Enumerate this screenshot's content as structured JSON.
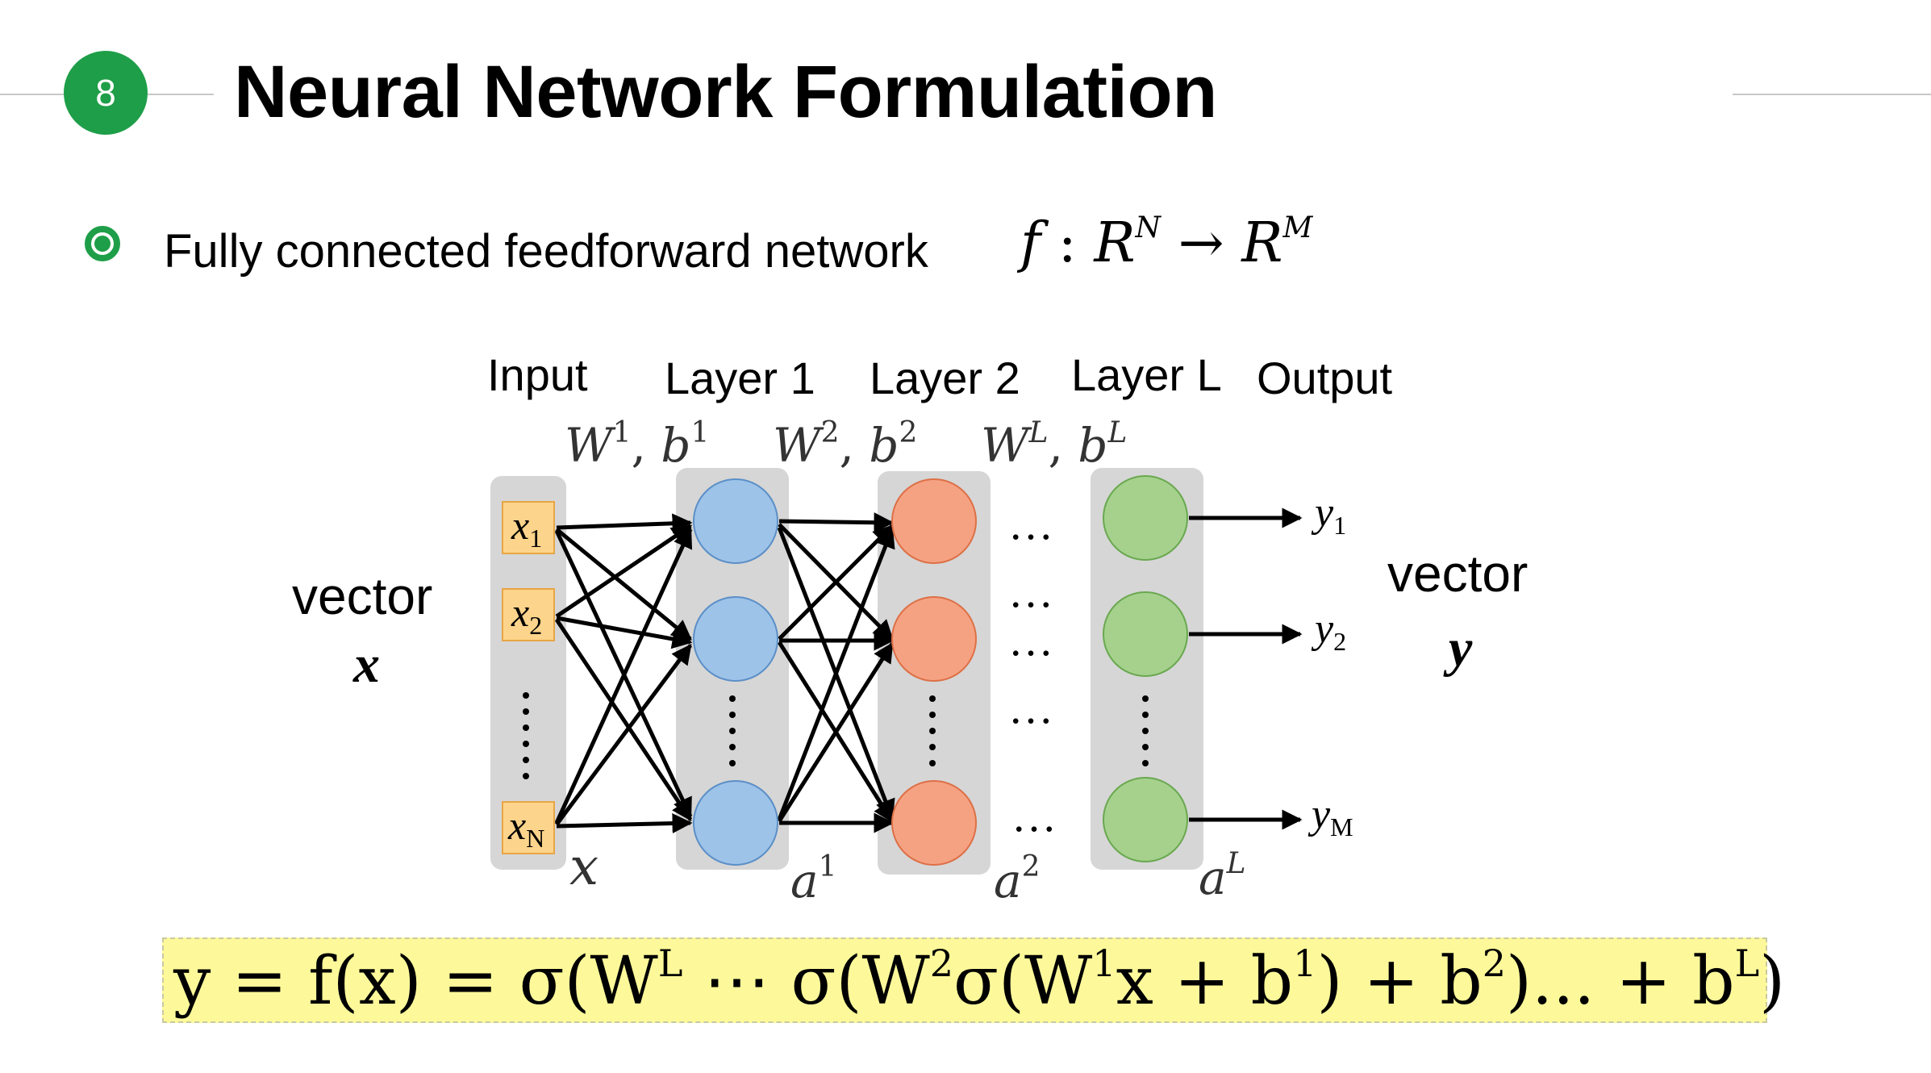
{
  "slide": {
    "number": "8",
    "title": "Neural Network Formulation"
  },
  "bullet": {
    "text": "Fully connected feedforward network",
    "mapping": {
      "f": "f",
      "colon": ":",
      "R": "R",
      "N": "N",
      "arrow": "→",
      "M": "M"
    }
  },
  "layers": {
    "input": "Input",
    "layer1": "Layer 1",
    "layer2": "Layer 2",
    "layerL": "Layer L",
    "output": "Output"
  },
  "params": {
    "w": "W",
    "b": "b",
    "p1": "1",
    "p2": "2",
    "pL": "L"
  },
  "inputs": {
    "x": "x",
    "s1": "1",
    "s2": "2",
    "sN": "N"
  },
  "outputs": {
    "y": "y",
    "s1": "1",
    "s2": "2",
    "sM": "M"
  },
  "activations": {
    "x": "x",
    "a": "a",
    "s1": "1",
    "s2": "2",
    "sL": "L"
  },
  "side_labels": {
    "left_word": "vector",
    "left_var": "x",
    "right_word": "vector",
    "right_var": "y"
  },
  "ellipsis": "…",
  "formula": {
    "p1": "y = f(x) = σ(W",
    "sL": "L",
    "p2": " ⋯ σ(W",
    "s2": "2",
    "p3": "σ(W",
    "s1": "1",
    "p4": "x + b",
    "s1b": "1",
    "p5": ") + b",
    "s2b": "2",
    "p6": ")... + b",
    "sLb": "L",
    "p7": ")"
  },
  "colors": {
    "accent": "#1e9e48",
    "input_node": "#fdd48b",
    "layer1_node": "#9ec3e8",
    "layer2_node": "#f5a283",
    "layerL_node": "#a5d18d",
    "column_bg": "#d6d6d6",
    "formula_bg": "#fdf99a"
  }
}
